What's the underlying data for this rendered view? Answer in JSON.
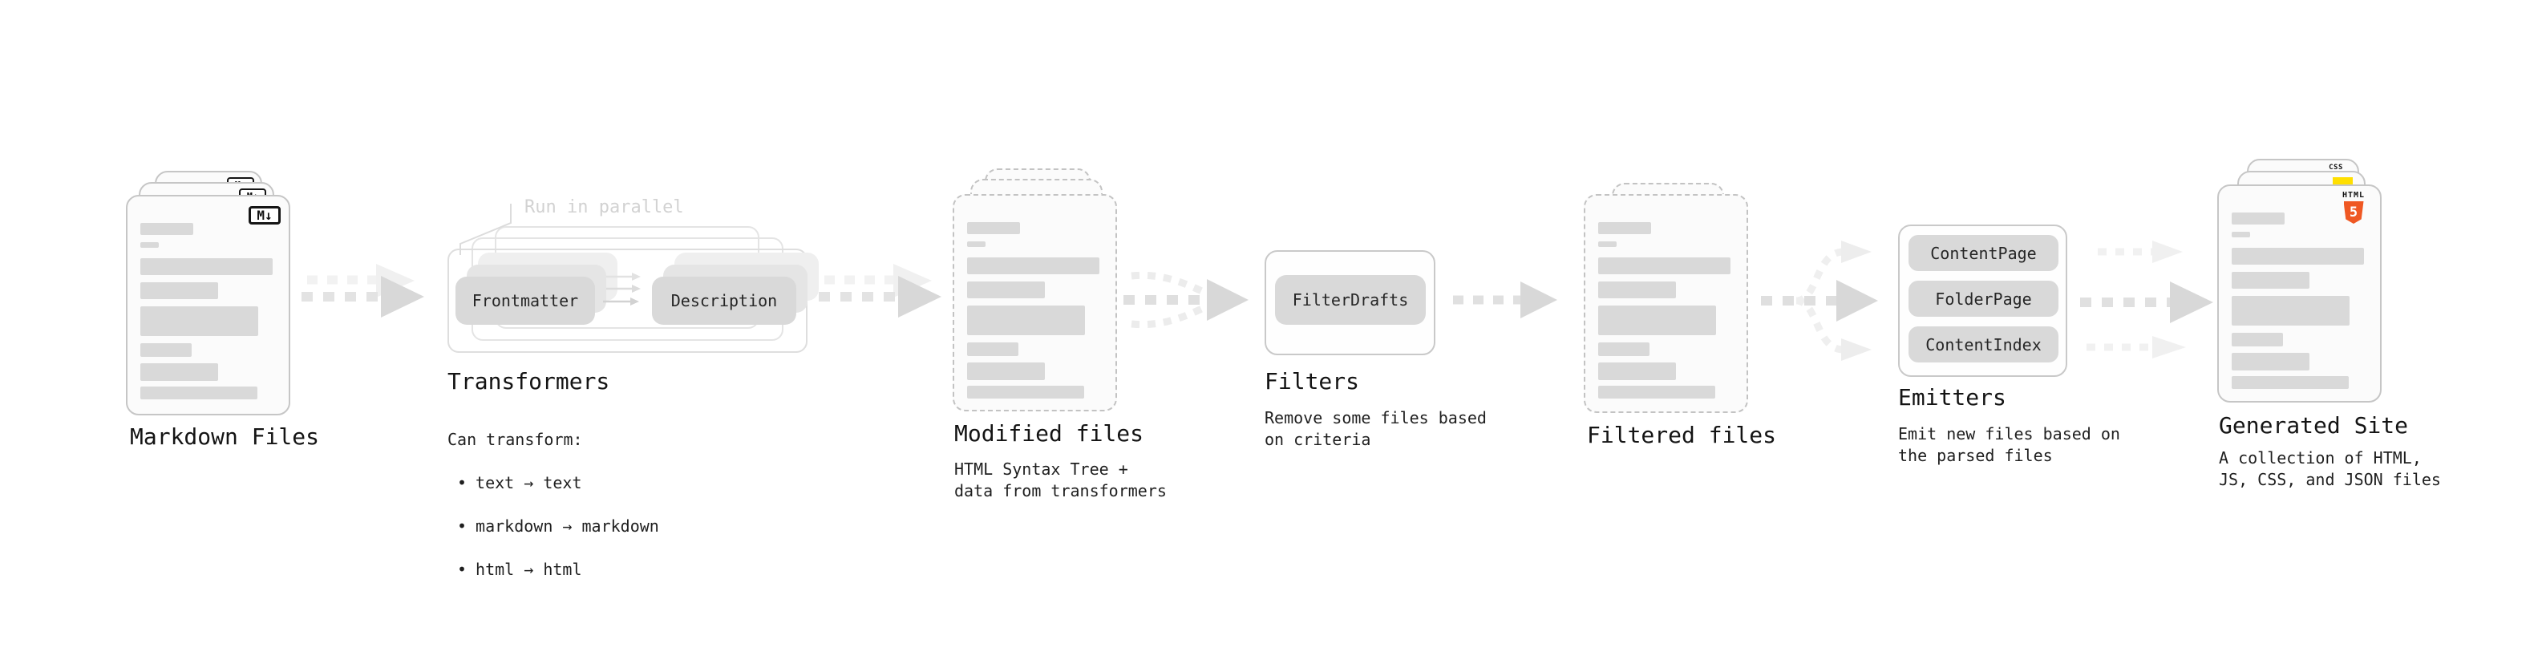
{
  "diagram": {
    "markdown": {
      "label": "Markdown Files",
      "file_icon": "M↓"
    },
    "transformers": {
      "annotation": "Run in parallel",
      "pill_left": "Frontmatter",
      "pill_right": "Description",
      "title": "Transformers",
      "desc_heading": "Can transform:",
      "bullet_char": "•",
      "bullets": [
        "text → text",
        "markdown → markdown",
        "html → html"
      ]
    },
    "modified": {
      "title": "Modified files",
      "desc": "HTML Syntax Tree +\ndata from transformers"
    },
    "filters": {
      "title": "Filters",
      "pill": "FilterDrafts",
      "desc": "Remove some files based\non criteria"
    },
    "filtered": {
      "title": "Filtered files"
    },
    "emitters": {
      "title": "Emitters",
      "pills": [
        "ContentPage",
        "FolderPage",
        "ContentIndex"
      ],
      "desc": "Emit new files based on\nthe parsed files"
    },
    "generated": {
      "title": "Generated Site",
      "desc": "A collection of HTML,\nJS, CSS, and JSON files",
      "css_badge": "CSS",
      "html_badge_word": "HTML",
      "html_badge_number": "5"
    }
  },
  "colors": {
    "html5_orange": "#ef5823",
    "js_yellow": "#ffdf00",
    "css_blue": "#2563eb"
  }
}
